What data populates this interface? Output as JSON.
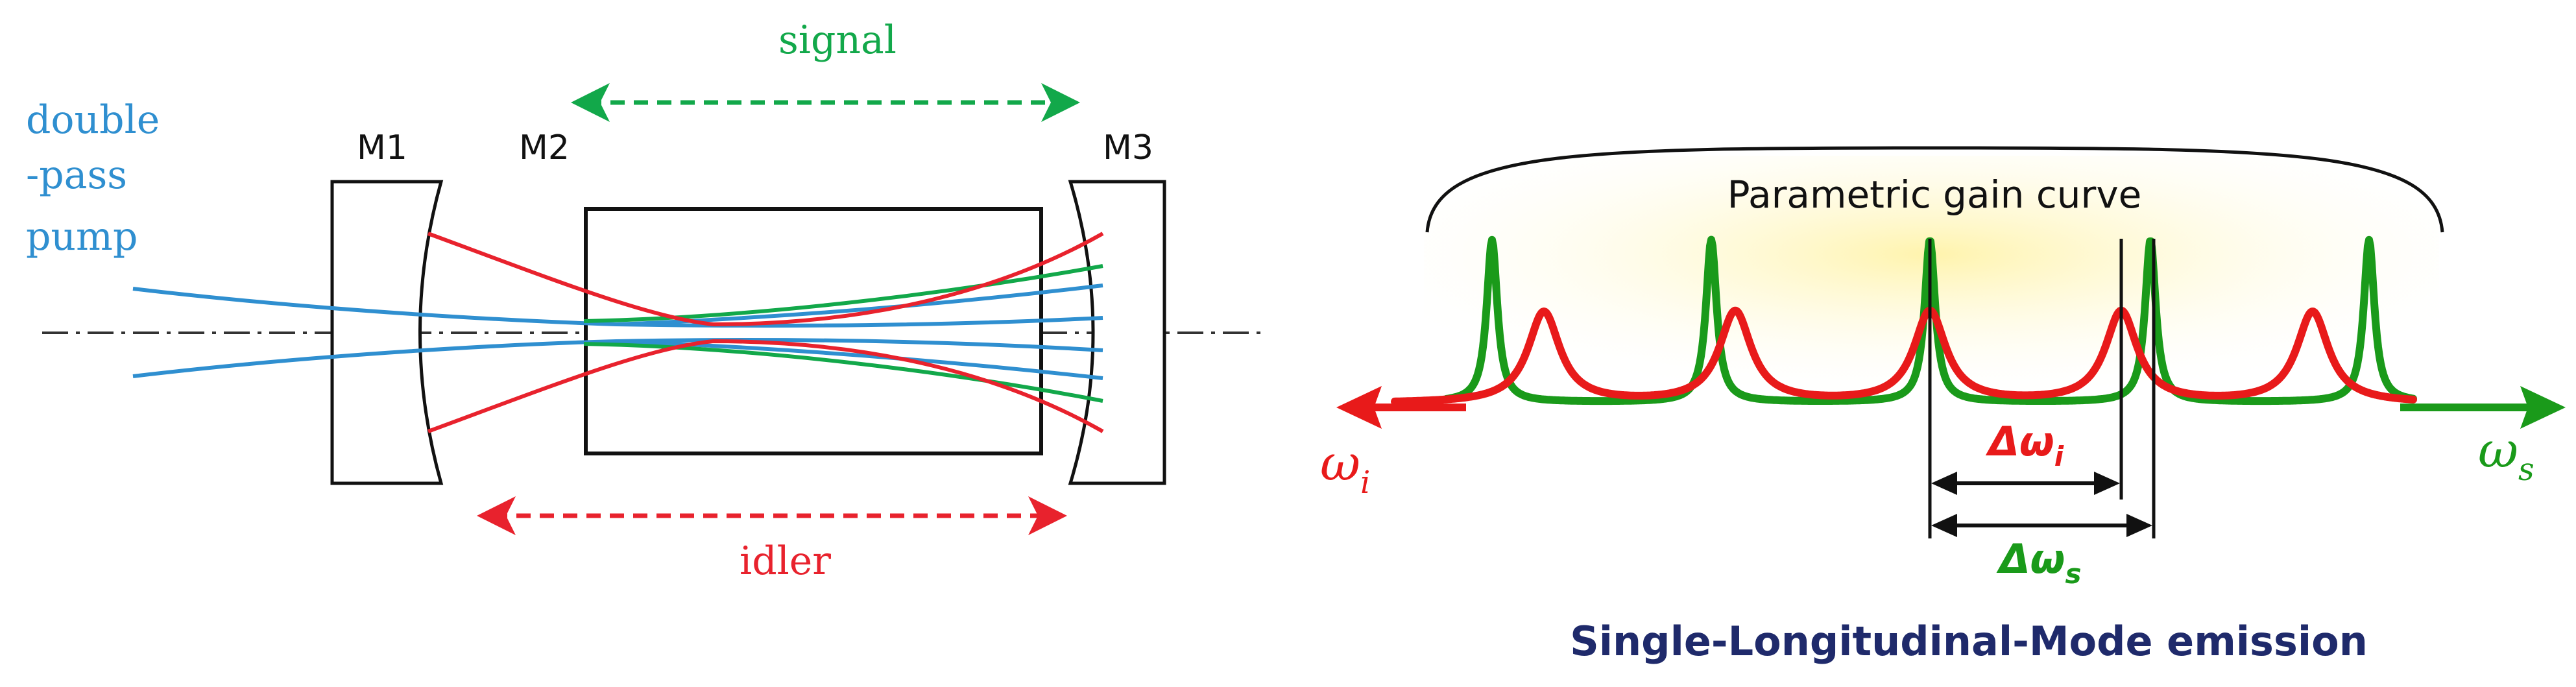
{
  "left_panel": {
    "pump_label_lines": [
      "double",
      "-pass",
      "pump"
    ],
    "mirror_labels": {
      "m1": "M1",
      "m2": "M2",
      "m3": "M3"
    },
    "signal_label": "signal",
    "idler_label": "idler"
  },
  "right_panel": {
    "gain_curve_label": "Parametric gain curve",
    "omega_i": {
      "main": "ω",
      "sub": "i"
    },
    "omega_s": {
      "main": "ω",
      "sub": "s"
    },
    "delta_omega_i": {
      "main": "Δω",
      "sub": "i"
    },
    "delta_omega_s": {
      "main": "Δω",
      "sub": "s"
    },
    "caption": "Single-Longitudinal-Mode emission"
  },
  "colors": {
    "pump": "#2f8fd0",
    "signal_green": "#12a84a",
    "idler_red": "#e8222d",
    "mode_green": "#1a9a1a",
    "mode_red": "#e81a1a",
    "caption_navy": "#1f2a6b",
    "gain_fill": "#fff7c4"
  }
}
